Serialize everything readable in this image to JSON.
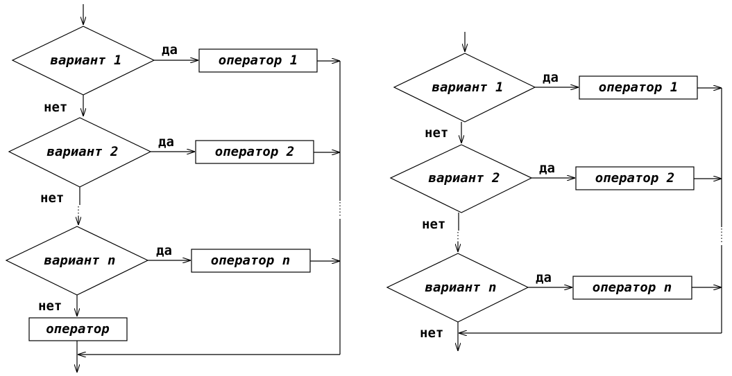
{
  "labels": {
    "variant_1": "вариант 1",
    "variant_2": "вариант 2",
    "variant_n": "вариант n",
    "operator_1": "оператор 1",
    "operator_2": "оператор 2",
    "operator_n": "оператор n",
    "operator_default": "оператор",
    "yes": "да",
    "no": "нет"
  }
}
